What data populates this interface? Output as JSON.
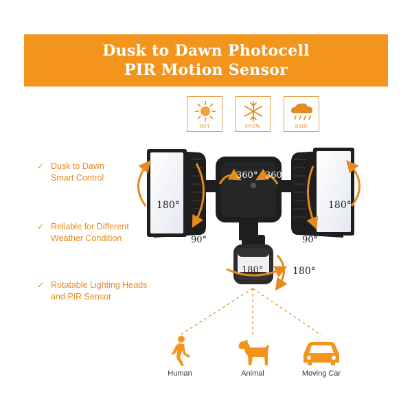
{
  "banner": {
    "line1": "Dusk to Dawn Photocell",
    "line2": "PIR Motion Sensor"
  },
  "weather": [
    {
      "label": "HOT",
      "icon": "sun-icon"
    },
    {
      "label": "SNOW",
      "icon": "snowflake-icon"
    },
    {
      "label": "RAIN",
      "icon": "rain-cloud-icon"
    }
  ],
  "features": [
    {
      "text": "Dusk to Dawn\nSmart Control"
    },
    {
      "text": "Reliable for Different\nWeather Condition"
    },
    {
      "text": "Rotatable Lighting Heads\nand PIR Sensor"
    }
  ],
  "rotation": {
    "head_left_360": "360°",
    "head_right_360": "360°",
    "left_180": "180°",
    "right_180": "180°",
    "left_90": "90°",
    "right_90": "90°",
    "sensor_horizontal": "180°",
    "sensor_vertical": "180°"
  },
  "detection": [
    {
      "label": "Human",
      "icon": "human-walking-icon"
    },
    {
      "label": "Animal",
      "icon": "dog-icon"
    },
    {
      "label": "Moving Car",
      "icon": "car-icon"
    }
  ],
  "colors": {
    "accent": "#f3941c",
    "text_accent": "#e58a1f",
    "fixture": "#1e1e1e"
  }
}
